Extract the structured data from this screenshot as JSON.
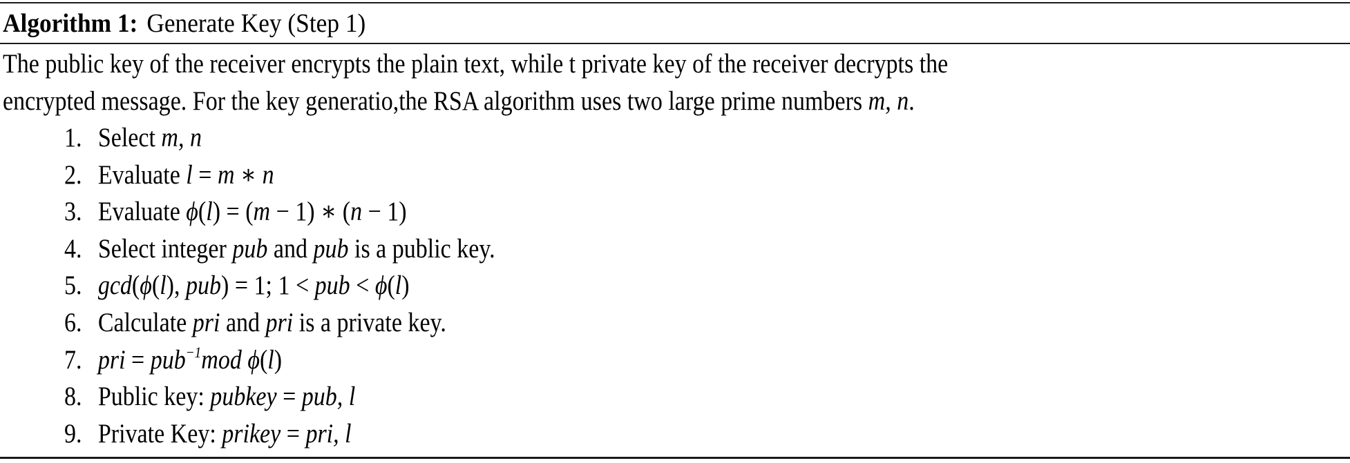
{
  "algorithm": {
    "label": "Algorithm 1:",
    "title": "Generate Key (Step 1)",
    "description": {
      "line1": "The public key of the receiver encrypts the plain text, while t private key of the receiver decrypts the",
      "line2_prefix": "encrypted message. For the key generatio,the RSA algorithm uses two large prime numbers ",
      "line2_math": "m, n",
      "line2_suffix": "."
    },
    "steps": [
      {
        "num": "1.",
        "parts": [
          {
            "t": "Select "
          },
          {
            "m": "m, n"
          }
        ]
      },
      {
        "num": "2.",
        "parts": [
          {
            "t": "Evaluate "
          },
          {
            "m": "l"
          },
          {
            "t": " = "
          },
          {
            "m": "m"
          },
          {
            "t": " ∗ "
          },
          {
            "m": "n"
          }
        ]
      },
      {
        "num": "3.",
        "parts": [
          {
            "t": "Evaluate "
          },
          {
            "m": "ϕ"
          },
          {
            "t": "("
          },
          {
            "m": "l"
          },
          {
            "t": ") = ("
          },
          {
            "m": "m"
          },
          {
            "t": " − 1) ∗ ("
          },
          {
            "m": "n"
          },
          {
            "t": " − 1)"
          }
        ]
      },
      {
        "num": "4.",
        "parts": [
          {
            "t": "Select integer "
          },
          {
            "m": "pub"
          },
          {
            "t": " and "
          },
          {
            "m": "pub"
          },
          {
            "t": " is a public key."
          }
        ]
      },
      {
        "num": "5.",
        "parts": [
          {
            "m": "gcd"
          },
          {
            "t": "("
          },
          {
            "m": "ϕ"
          },
          {
            "t": "("
          },
          {
            "m": "l"
          },
          {
            "t": "), "
          },
          {
            "m": "pub"
          },
          {
            "t": ") = 1; 1 < "
          },
          {
            "m": "pub"
          },
          {
            "t": " < "
          },
          {
            "m": "ϕ"
          },
          {
            "t": "("
          },
          {
            "m": "l"
          },
          {
            "t": ")"
          }
        ]
      },
      {
        "num": "6.",
        "parts": [
          {
            "t": "Calculate "
          },
          {
            "m": "pri"
          },
          {
            "t": " and "
          },
          {
            "m": "pri"
          },
          {
            "t": " is a private key."
          }
        ]
      },
      {
        "num": "7.",
        "parts": [
          {
            "m": "pri"
          },
          {
            "t": " = "
          },
          {
            "m": "pub"
          },
          {
            "sup": "−1"
          },
          {
            "m": "mod ϕ"
          },
          {
            "t": "("
          },
          {
            "m": "l"
          },
          {
            "t": ")"
          }
        ]
      },
      {
        "num": "8.",
        "parts": [
          {
            "t": "Public key: "
          },
          {
            "m": "pubkey"
          },
          {
            "t": " = "
          },
          {
            "m": "pub, l"
          }
        ]
      },
      {
        "num": "9.",
        "parts": [
          {
            "t": "Private Key: "
          },
          {
            "m": "prikey"
          },
          {
            "t": " = "
          },
          {
            "m": "pri, l"
          }
        ]
      }
    ]
  }
}
